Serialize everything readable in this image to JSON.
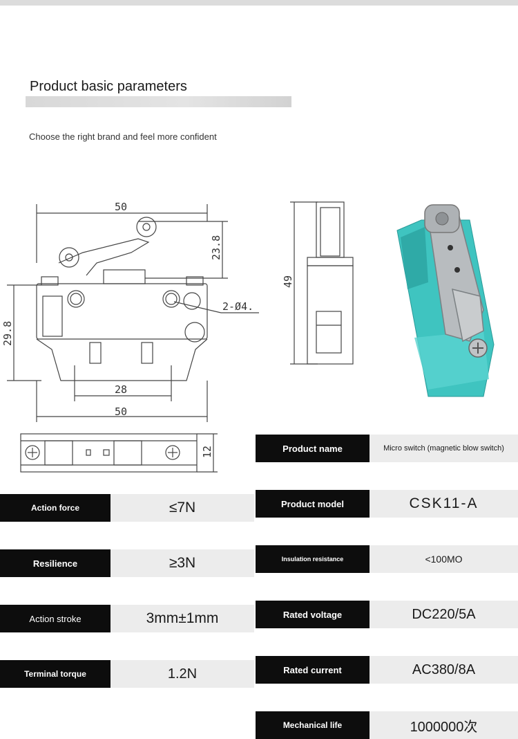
{
  "header": {
    "title": "Product basic parameters",
    "subtitle": "Choose the right brand and feel more confident"
  },
  "drawing": {
    "dims": {
      "top_width": "50",
      "lever_height": "23.8",
      "body_height": "29.8",
      "hole_spec": "2-Ø4.",
      "pin_spacing": "28",
      "bottom_width": "50",
      "side_height": "49",
      "bottom_depth": "12"
    }
  },
  "specs_right": [
    {
      "label": "Product name",
      "value": "Micro switch (magnetic blow switch)"
    },
    {
      "label": "Product model",
      "value": "CSK11-A"
    },
    {
      "label": "Insulation resistance",
      "value": "<100MO"
    },
    {
      "label": "Rated voltage",
      "value": "DC220/5A"
    },
    {
      "label": "Rated current",
      "value": "AC380/8A"
    },
    {
      "label": "Mechanical life",
      "value": "1000000次"
    }
  ],
  "specs_left": [
    {
      "label": "Action force",
      "value": "≤7N"
    },
    {
      "label": "Resilience",
      "value": "≥3N"
    },
    {
      "label": "Action stroke",
      "value": "3mm±1mm"
    },
    {
      "label": "Terminal torque",
      "value": "1.2N"
    }
  ],
  "colors": {
    "label_bg": "#0d0d0d",
    "value_bg": "#ececec",
    "switch_body": "#3fc4c0"
  }
}
